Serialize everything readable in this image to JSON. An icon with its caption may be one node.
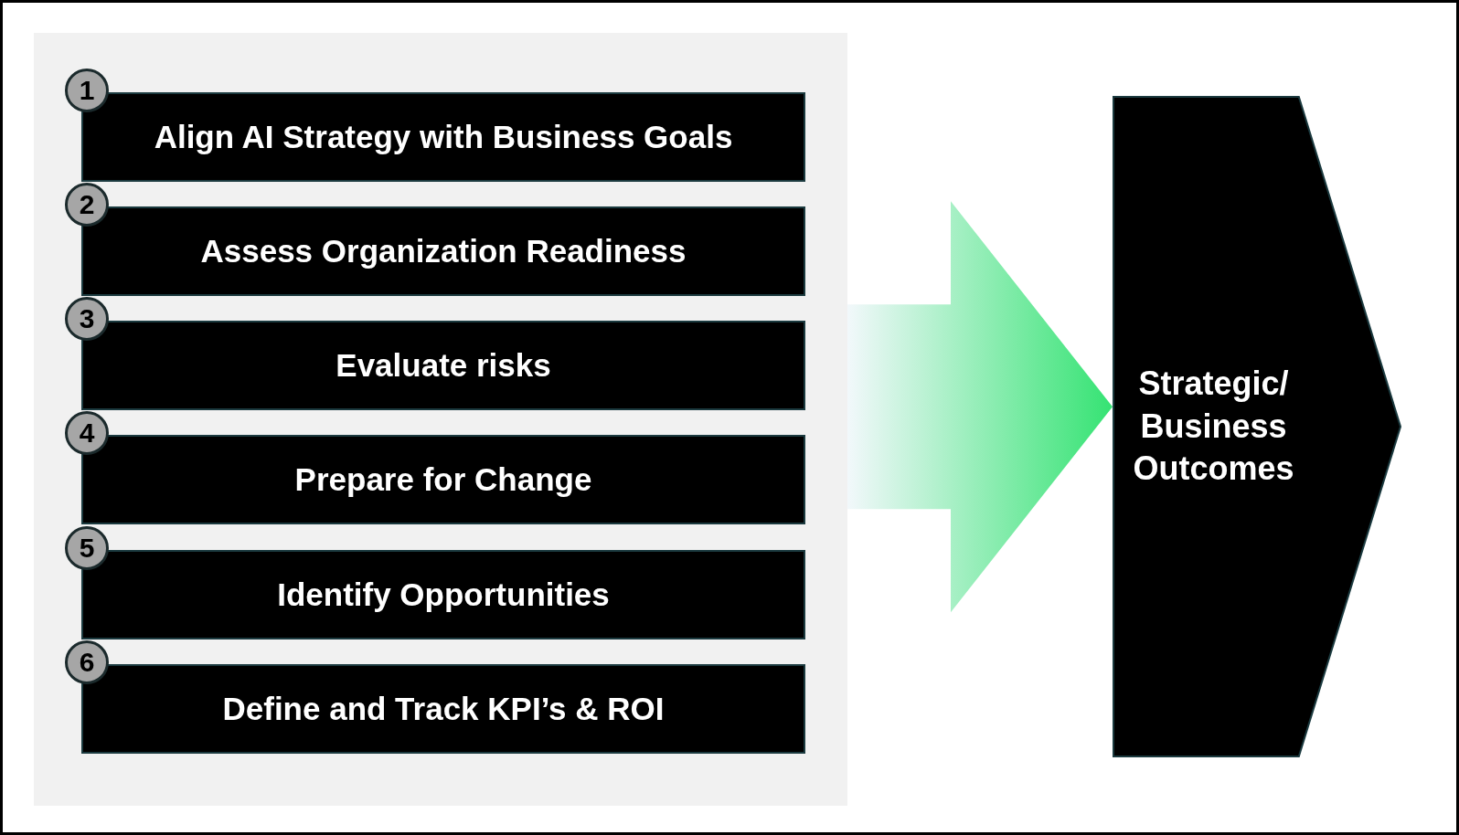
{
  "diagram": {
    "nodes": [
      {
        "text": [],
        "shape": "box"
      },
      {
        "text": [
          "1"
        ],
        "in": 0
      },
      {
        "text": [
          "Align AI Strategy with Business Goals"
        ],
        "in": 0
      },
      {
        "text": [
          "2"
        ],
        "in": 0
      },
      {
        "text": [
          "Assess Organization Readiness"
        ],
        "in": 0
      },
      {
        "text": [
          "3"
        ],
        "in": 0
      },
      {
        "text": [
          "Evaluate risks"
        ],
        "in": 0
      },
      {
        "text": [
          "4"
        ],
        "in": 0
      },
      {
        "text": [
          "Prepare for Change"
        ],
        "in": 0
      },
      {
        "text": [
          "5"
        ],
        "in": 0
      },
      {
        "text": [
          "Identify Opportunities"
        ],
        "in": 0
      },
      {
        "text": [
          "6"
        ],
        "in": 0
      },
      {
        "text": [
          "Define and Track KPI’s & ROI"
        ],
        "in": 0
      },
      {
        "text": [
          "Strategic/ Business Outcomes"
        ]
      }
    ],
    "edges": [
      {
        "from": 0,
        "to": 13,
        "arrow": "to",
        "style": "thick"
      }
    ]
  }
}
